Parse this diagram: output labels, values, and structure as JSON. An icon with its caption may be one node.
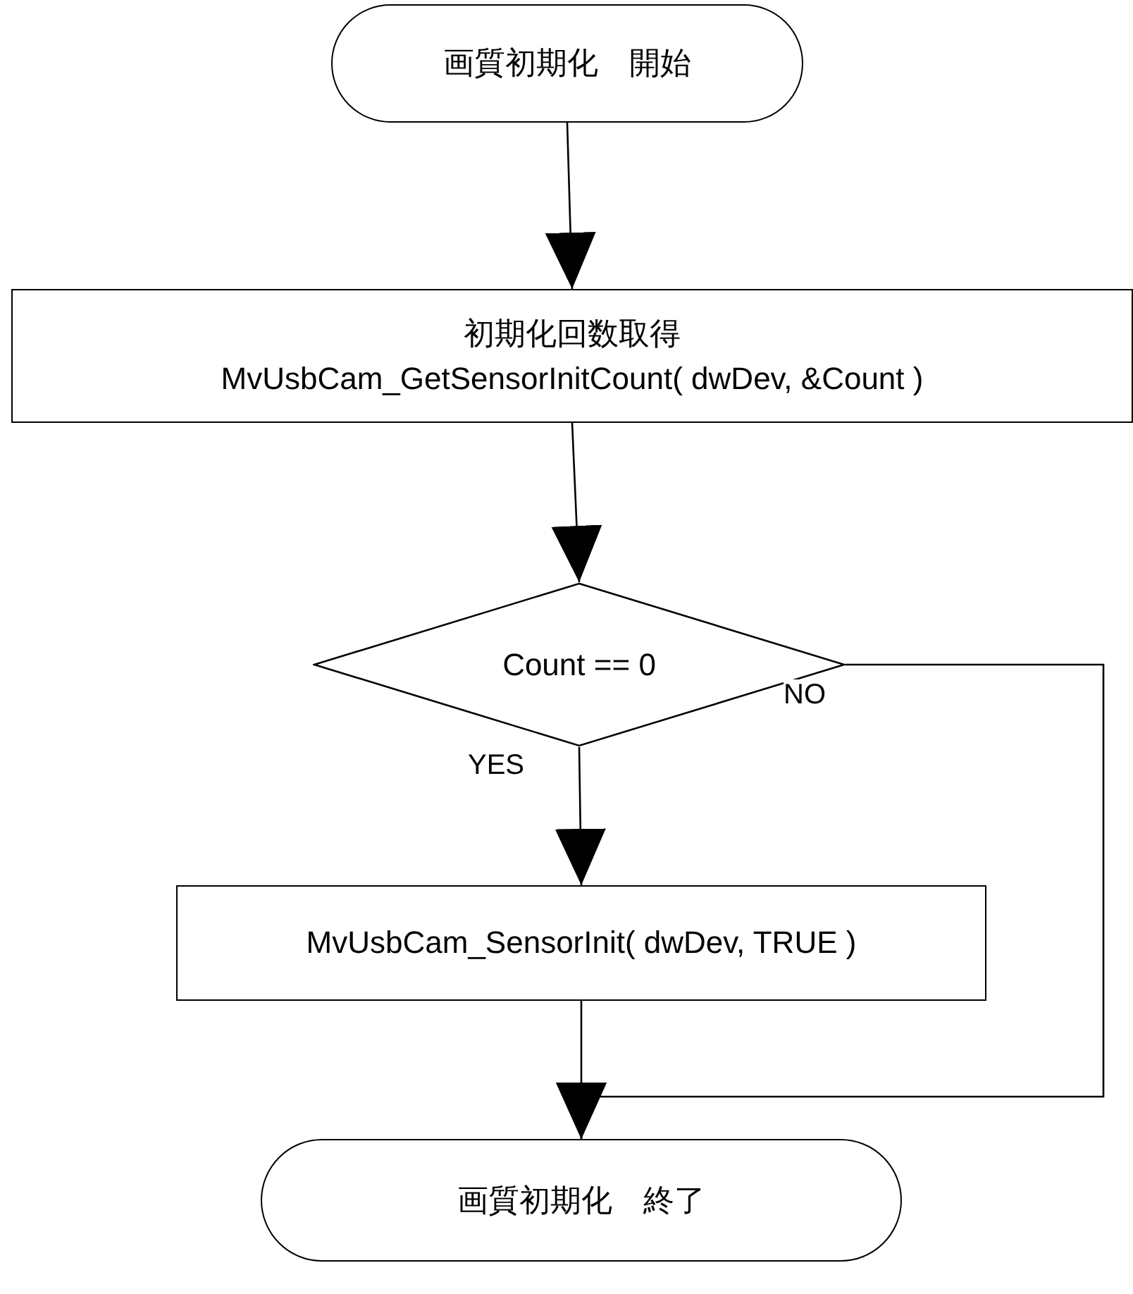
{
  "diagram": {
    "nodes": [
      {
        "text": [
          "画質初期化　開始"
        ]
      },
      {
        "text": [
          "初期化回数取得",
          "MvUsbCam_GetSensorInitCount( dwDev, &Count )"
        ]
      },
      {
        "text": [
          "Count == 0"
        ]
      },
      {
        "text": [
          "MvUsbCam_SensorInit( dwDev, TRUE )"
        ]
      },
      {
        "text": [
          "画質初期化　終了"
        ]
      }
    ],
    "edges": [
      {
        "from": 0,
        "to": 1,
        "arrow": "to"
      },
      {
        "from": 1,
        "to": 2,
        "arrow": "to"
      },
      {
        "from": 2,
        "to": 3,
        "arrow": "to",
        "label": "YES"
      },
      {
        "from": 3,
        "to": 4,
        "arrow": "to"
      },
      {
        "from": 2,
        "to": 4,
        "arrow": "to",
        "label": "NO"
      }
    ]
  }
}
